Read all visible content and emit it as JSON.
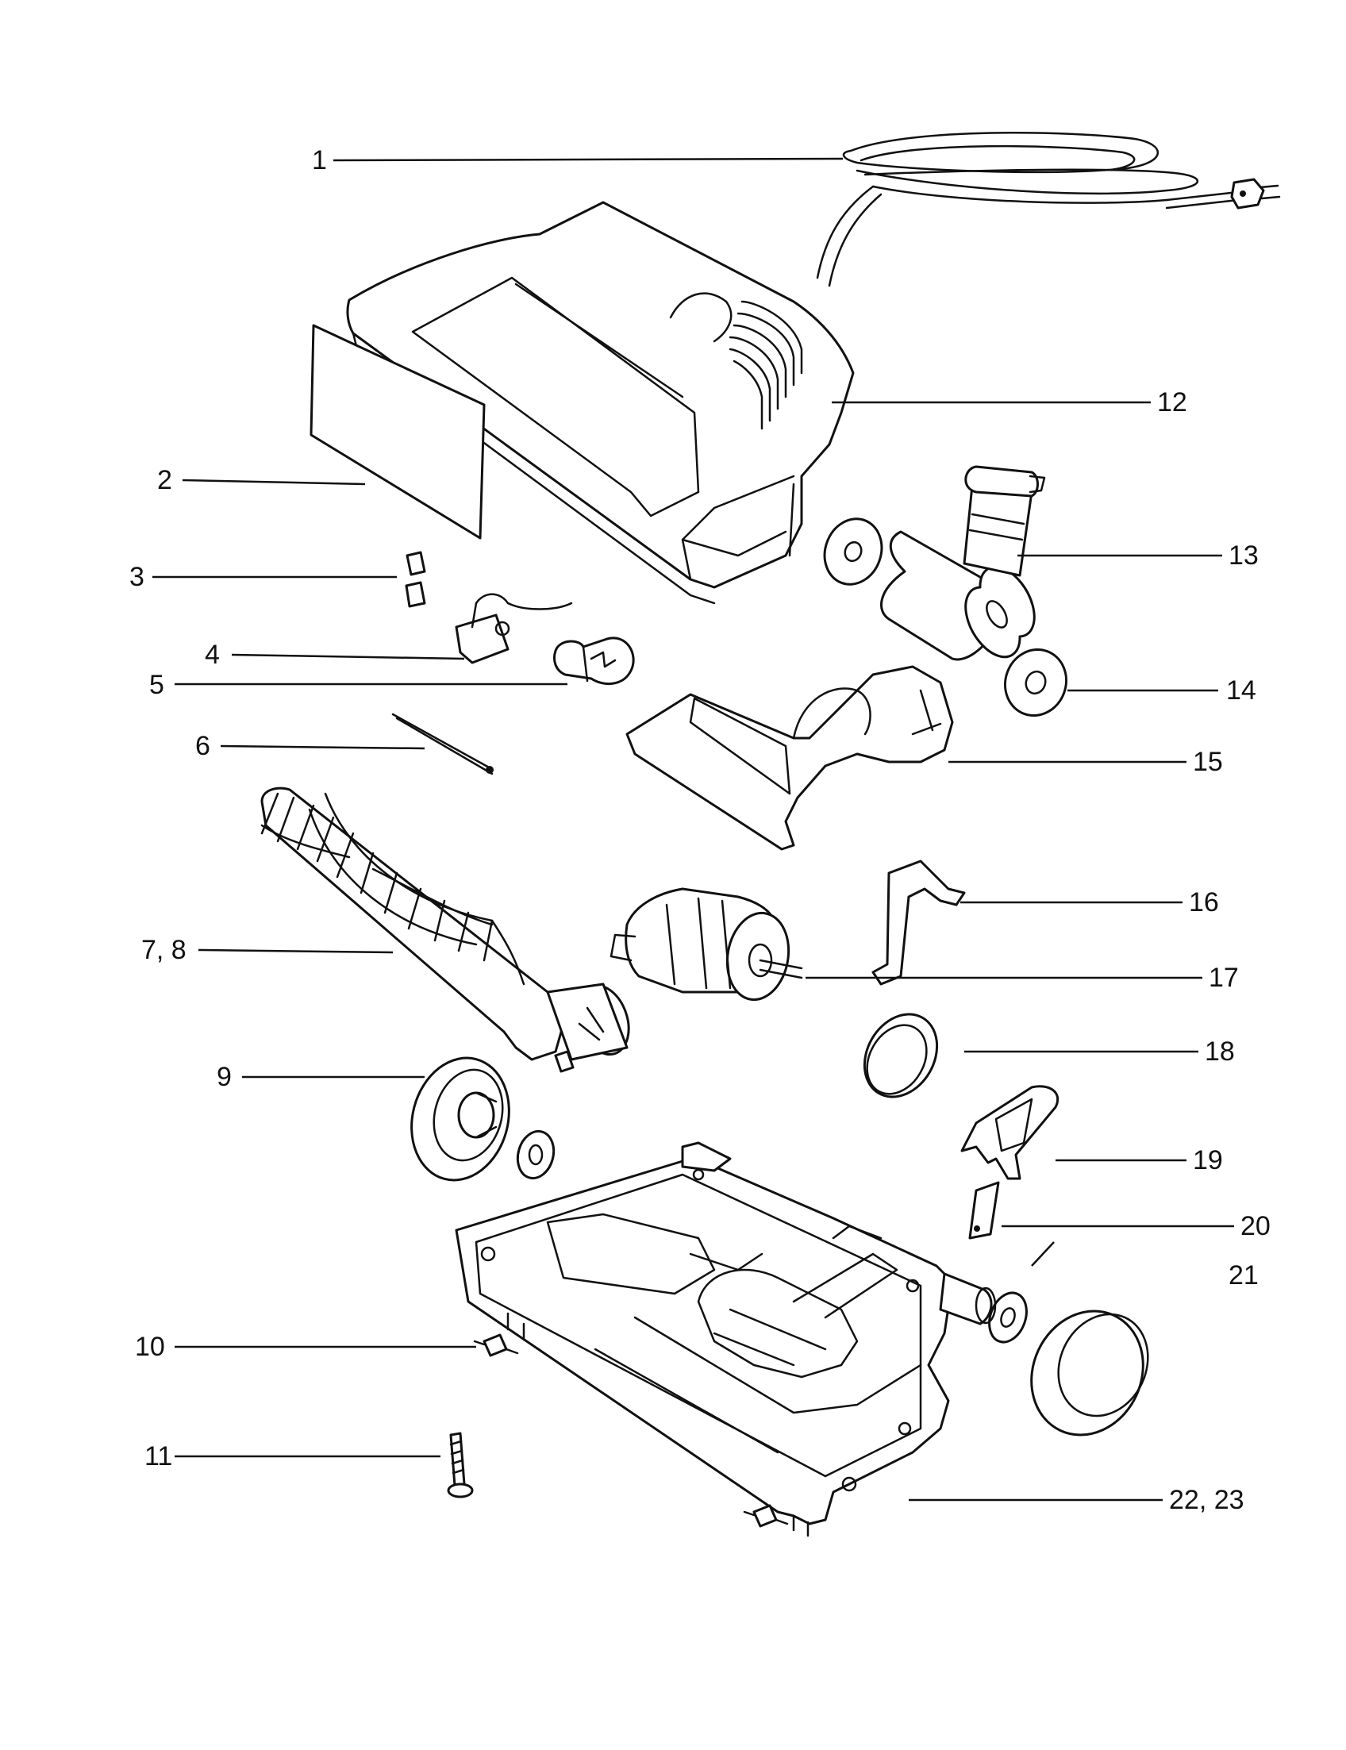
{
  "diagram": {
    "callouts": [
      {
        "id": "1",
        "text": "1"
      },
      {
        "id": "2",
        "text": "2"
      },
      {
        "id": "3",
        "text": "3"
      },
      {
        "id": "4",
        "text": "4"
      },
      {
        "id": "5",
        "text": "5"
      },
      {
        "id": "6",
        "text": "6"
      },
      {
        "id": "7-8",
        "text": "7, 8"
      },
      {
        "id": "9",
        "text": "9"
      },
      {
        "id": "10",
        "text": "10"
      },
      {
        "id": "11",
        "text": "11"
      },
      {
        "id": "12",
        "text": "12"
      },
      {
        "id": "13",
        "text": "13"
      },
      {
        "id": "14",
        "text": "14"
      },
      {
        "id": "15",
        "text": "15"
      },
      {
        "id": "16",
        "text": "16"
      },
      {
        "id": "17",
        "text": "17"
      },
      {
        "id": "18",
        "text": "18"
      },
      {
        "id": "19",
        "text": "19"
      },
      {
        "id": "20",
        "text": "20"
      },
      {
        "id": "21",
        "text": "21"
      },
      {
        "id": "22-23",
        "text": "22, 23"
      }
    ],
    "line_color": "#111111",
    "background": "#ffffff"
  }
}
